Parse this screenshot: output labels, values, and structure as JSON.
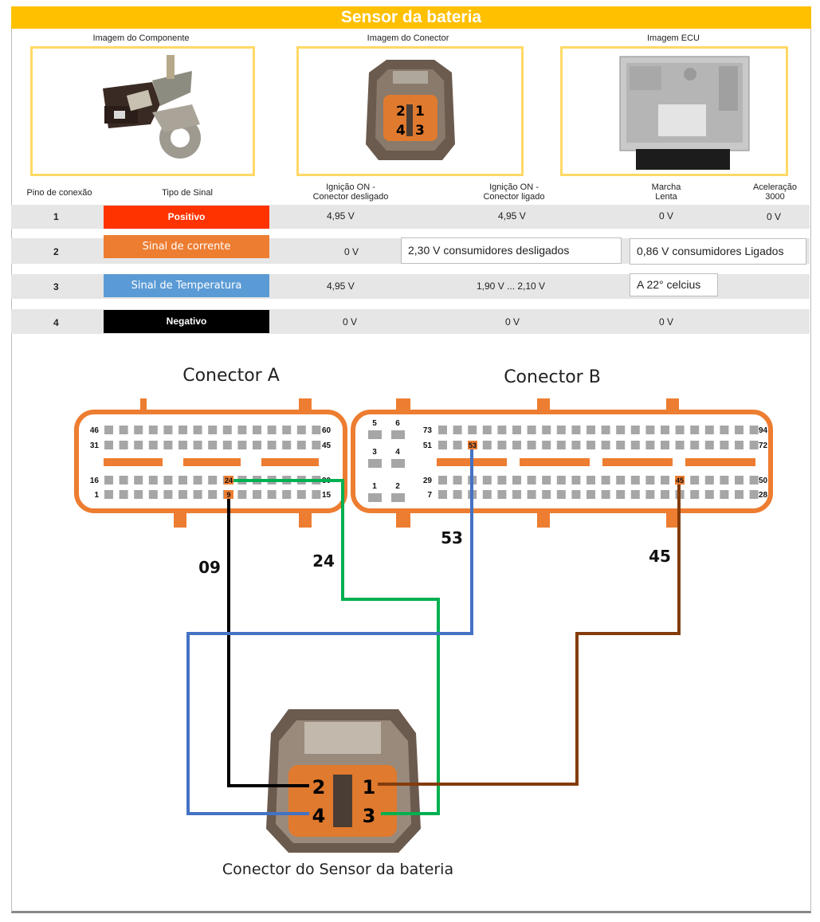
{
  "title": "Sensor da bateria",
  "images": {
    "component_title": "Imagem do Componente",
    "connector_title": "Imagem do Conector",
    "ecu_title": "Imagem ECU",
    "connector_pins": [
      "2",
      "1",
      "4",
      "3"
    ]
  },
  "table": {
    "headers": {
      "pin": "Pino de conexão",
      "signal_type": "Tipo de Sinal",
      "ign_disconnected": [
        "Ignição ON -",
        "Conector desligado"
      ],
      "ign_connected": [
        "Ignição ON -",
        "Conector ligado"
      ],
      "idle": [
        "Marcha",
        "Lenta"
      ],
      "accel": [
        "Aceleração",
        "3000"
      ]
    },
    "rows": [
      {
        "pin": "1",
        "signal": "Positivo",
        "color": "#ff3300",
        "ign_off": "4,95 V",
        "ign_on": "4,95 V",
        "idle": "0 V",
        "accel": "0 V"
      },
      {
        "pin": "2",
        "signal": "Sinal de corrente",
        "color": "#ed7d31",
        "ign_off": "0 V",
        "ign_on": "2,30 V  consumidores desligados",
        "idle": "0,86 V consumidores Ligados",
        "accel": ""
      },
      {
        "pin": "3",
        "signal": "Sinal de Temperatura",
        "color": "#5b9bd5",
        "ign_off": "4,95 V",
        "ign_on": "1,90 V ... 2,10 V",
        "idle": "A 22° celcius",
        "accel": ""
      },
      {
        "pin": "4",
        "signal": "Negativo",
        "color": "#000000",
        "ign_off": "0 V",
        "ign_on": "0 V",
        "idle": "0 V",
        "accel": ""
      }
    ]
  },
  "connector_a": {
    "title": "Conector A",
    "row_labels": [
      "46",
      "60",
      "31",
      "45",
      "16",
      "30",
      "1",
      "15"
    ],
    "highlight_pins": [
      "24",
      "9"
    ]
  },
  "connector_b": {
    "title": "Conector B",
    "small_pins": [
      "5",
      "6",
      "3",
      "4",
      "1",
      "2"
    ],
    "row_labels": [
      "73",
      "94",
      "51",
      "72",
      "29",
      "50",
      "7",
      "28"
    ],
    "highlight_pins": [
      "53",
      "45"
    ]
  },
  "wire_labels": [
    "09",
    "24",
    "53",
    "45"
  ],
  "sensor_connector": {
    "caption": "Conector do Sensor da bateria",
    "pins": [
      "2",
      "1",
      "4",
      "3"
    ]
  },
  "colors": {
    "orange": "#ed7d31",
    "pin_gray": "#a6a6a6",
    "wire_black": "#000000",
    "wire_green": "#00b050",
    "wire_blue": "#4472c4",
    "wire_brown": "#843c0c",
    "title_yellow": "#ffc000"
  }
}
